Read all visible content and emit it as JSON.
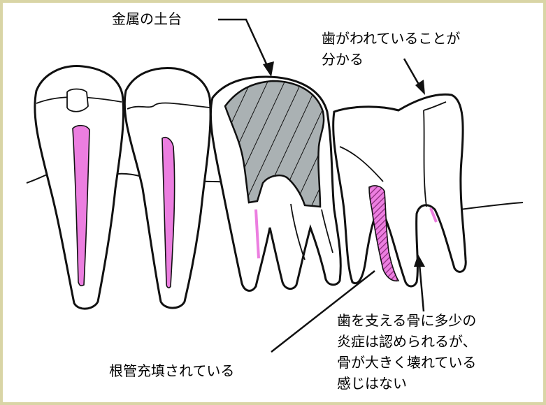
{
  "colors": {
    "frame": "#d9d5a6",
    "tooth_outline": "#111111",
    "pulp": "#ec7ee0",
    "metal_core": "#aab1b3",
    "inflamed_bone_hatch": "#8a2a7a"
  },
  "labels": {
    "metal_core": "金属の土台",
    "cracked_tooth": [
      "歯がわれていることが",
      "分かる"
    ],
    "root_canal_filled": "根管充填されている",
    "bone_status": [
      "歯を支える骨に多少の",
      "炎症は認められるが、",
      "骨が大きく壊れている",
      "感じはない"
    ]
  }
}
